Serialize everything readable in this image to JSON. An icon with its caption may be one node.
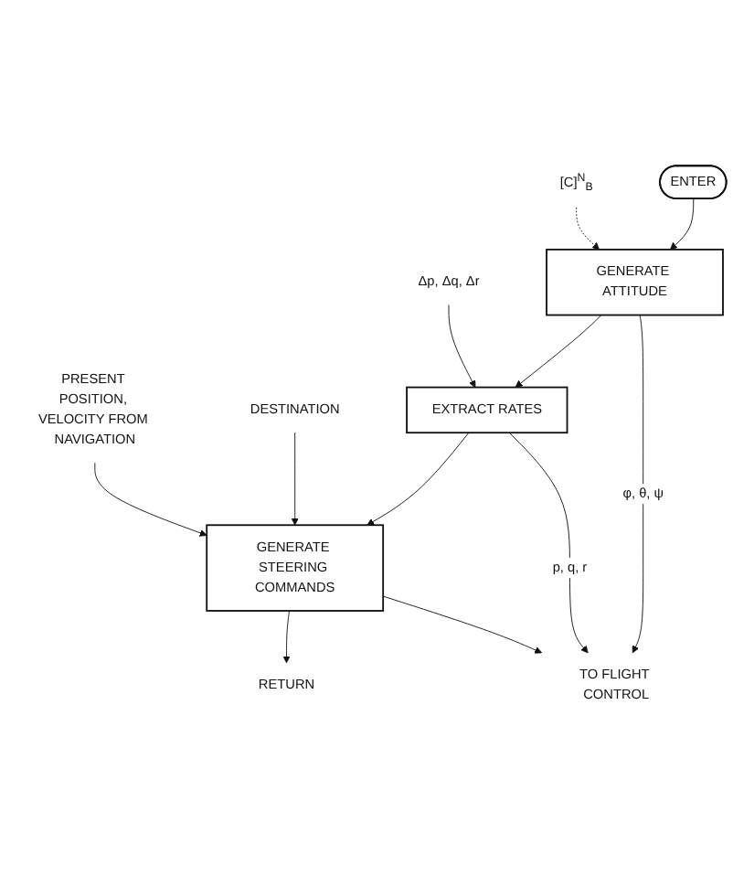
{
  "diagram": {
    "nodes": [
      {
        "text": [
          "ENTER"
        ]
      },
      {
        "text": [
          "[C]$^{N}$$_{B}$"
        ]
      },
      {
        "text": [
          "GENERATE ATTITUDE"
        ]
      },
      {
        "text": [
          "Δp, Δq, Δr"
        ]
      },
      {
        "text": [
          "EXTRACT RATES"
        ]
      },
      {
        "text": [
          "TO FLIGHT CONTROL"
        ]
      },
      {
        "text": [
          "DESTINATION"
        ]
      },
      {
        "text": [
          "PRESENT POSITION, VELOCITY FROM NAVIGATION"
        ]
      },
      {
        "text": [
          "GENERATE STEERING COMMANDS"
        ]
      },
      {
        "text": [
          "RETURN"
        ]
      }
    ],
    "edges": [
      {
        "from": 0,
        "to": 2,
        "arrow": "to"
      },
      {
        "from": 1,
        "to": 2,
        "arrow": "to",
        "style": "dashed"
      },
      {
        "from": 2,
        "to": 4,
        "arrow": "to"
      },
      {
        "from": 3,
        "to": 4,
        "arrow": "to"
      },
      {
        "from": 4,
        "to": 8,
        "arrow": "to"
      },
      {
        "from": 6,
        "to": 8,
        "arrow": "to"
      },
      {
        "from": 7,
        "to": 8,
        "arrow": "to"
      },
      {
        "from": 8,
        "to": 9,
        "arrow": "to"
      },
      {
        "from": 2,
        "to": 5,
        "arrow": "to",
        "label": "φ, θ, ψ"
      },
      {
        "from": 4,
        "to": 5,
        "arrow": "to",
        "label": "p, q, r"
      },
      {
        "from": 8,
        "to": 5,
        "arrow": "to"
      }
    ]
  }
}
